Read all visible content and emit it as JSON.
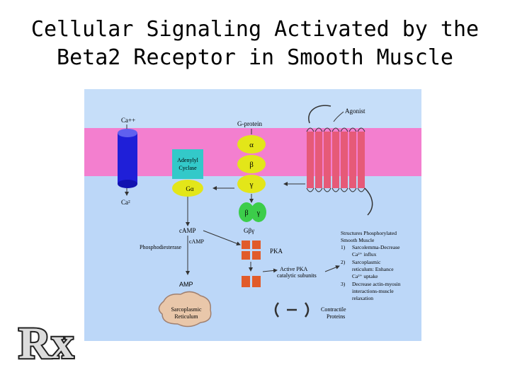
{
  "slide": {
    "title_line1": "Cellular Signaling Activated by the",
    "title_line2": "Beta2 Receptor in Smooth Muscle"
  },
  "diagram": {
    "ca_top": "Ca++",
    "ca_bottom": "Ca²",
    "g_protein_label": "G-protein",
    "alpha": "α",
    "beta": "β",
    "gamma": "γ",
    "adenylyl_line1": "Adenylyl",
    "adenylyl_line2": "Cyclase",
    "g_alpha": "Gα",
    "g_beta_gamma": "Gβγ",
    "agonist": "Agonist",
    "camp": "cAMP",
    "camp_pde_line1": "cAMP",
    "camp_pde_line2": "Phosphodiesterase",
    "amp": "AMP",
    "pka": "PKA",
    "active_pka_line1": "Active PKA",
    "active_pka_line2": "catalytic subunits",
    "sr_line1": "Sarcoplasmic",
    "sr_line2": "Reticulum",
    "contractile_line1": "Contractile",
    "contractile_line2": "Proteins",
    "structures_line1": "Structures Phosphorylated",
    "structures_line2": "Smooth Muscle",
    "item1_num": "1)",
    "item1_line1": "Sarcolemma-Decrease",
    "item1_line2": "Ca²⁺ influx",
    "item2_num": "2)",
    "item2_line1": "Sarcoplasmic",
    "item2_line2": "reticulum: Enhance",
    "item2_line3": "Ca²⁺ uptake",
    "item3_num": "3)",
    "item3_line1": "Decrease actin-myosin",
    "item3_line2": "interactions-muscle",
    "item3_line3": "relaxation"
  },
  "logo": {
    "text": "Rx"
  },
  "colors": {
    "cytoplasm": "#bcd7f8",
    "membrane": "#f37fcf",
    "channel": "#1f1fd8",
    "g_protein": "#e3e619",
    "adenylyl": "#33c9c9",
    "pka": "#e15b2a",
    "receptor": "#e65a78",
    "sr": "#e9c7aa"
  }
}
